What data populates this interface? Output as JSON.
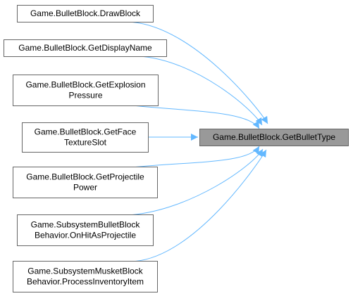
{
  "colors": {
    "node_fill": "#ffffff",
    "node_border": "#666666",
    "target_fill": "#999999",
    "target_border": "#666666",
    "edge": "#63b8ff",
    "text": "#000000"
  },
  "target": {
    "lines": [
      "Game.BulletBlock.GetBulletType"
    ]
  },
  "callers": [
    {
      "lines": [
        "Game.BulletBlock.DrawBlock"
      ]
    },
    {
      "lines": [
        "Game.BulletBlock.GetDisplayName"
      ]
    },
    {
      "lines": [
        "Game.BulletBlock.GetExplosion",
        "Pressure"
      ]
    },
    {
      "lines": [
        "Game.BulletBlock.GetFace",
        "TextureSlot"
      ]
    },
    {
      "lines": [
        "Game.BulletBlock.GetProjectile",
        "Power"
      ]
    },
    {
      "lines": [
        "Game.SubsystemBulletBlock",
        "Behavior.OnHitAsProjectile"
      ]
    },
    {
      "lines": [
        "Game.SubsystemMusketBlock",
        "Behavior.ProcessInventoryItem"
      ]
    }
  ]
}
